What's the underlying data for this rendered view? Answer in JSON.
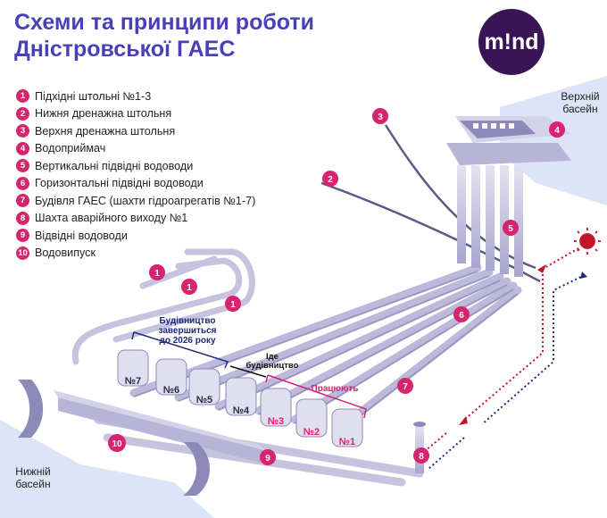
{
  "title": {
    "line1": "Схеми та принципи роботи",
    "line2": "Дністровської ГАЕС"
  },
  "logo": "m!nd",
  "legend": [
    {
      "num": "1",
      "label": "Підхідні штольні №1-3"
    },
    {
      "num": "2",
      "label": "Нижня дренажна штольня"
    },
    {
      "num": "3",
      "label": "Верхня дренажна штольня"
    },
    {
      "num": "4",
      "label": "Водоприймач"
    },
    {
      "num": "5",
      "label": "Вертикальні підвідні водоводи"
    },
    {
      "num": "6",
      "label": "Горизонтальні підвідні водоводи"
    },
    {
      "num": "7",
      "label": "Будівля ГАЕС (шахти гідроагрегатів №1-7)"
    },
    {
      "num": "8",
      "label": "Шахта аварійного виходу №1"
    },
    {
      "num": "9",
      "label": "Відвідні водоводи"
    },
    {
      "num": "10",
      "label": "Водовипуск"
    }
  ],
  "basins": {
    "upper_line1": "Верхній",
    "upper_line2": "басейн",
    "lower_line1": "Нижній",
    "lower_line2": "басейн"
  },
  "status": {
    "construction_line1": "Будівництво",
    "construction_line2": "завершиться",
    "construction_line3": "до 2026 року",
    "ongoing_line1": "Іде",
    "ongoing_line2": "будівництво",
    "working": "Працюють"
  },
  "units": [
    "№7",
    "№6",
    "№5",
    "№4",
    "№3",
    "№2",
    "№1"
  ],
  "markers": {
    "m1a": "1",
    "m1b": "1",
    "m1c": "1",
    "m2": "2",
    "m3": "3",
    "m4": "4",
    "m5": "5",
    "m6": "6",
    "m7": "7",
    "m8": "8",
    "m9": "9",
    "m10": "10"
  },
  "colors": {
    "title": "#4a3fb8",
    "accent": "#d6246e",
    "structure": "#c5c3de",
    "structure_dark": "#8e8ab8",
    "water": "#dce4f7",
    "logo_bg": "#3a1556",
    "arrow_red": "#c2142a",
    "arrow_blue": "#1e2a78"
  }
}
